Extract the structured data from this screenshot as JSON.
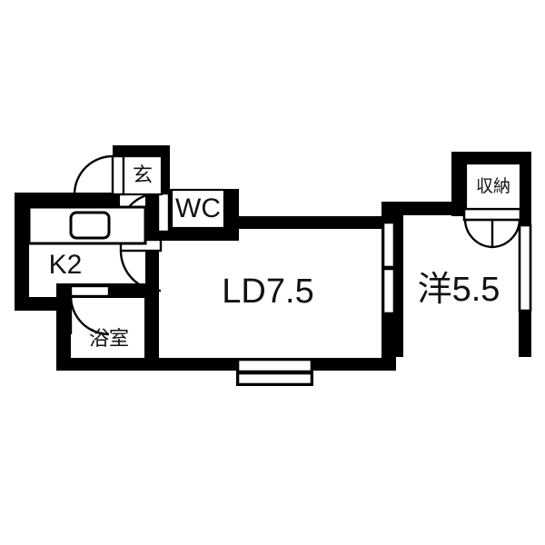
{
  "plan": {
    "title": "Apartment floor plan",
    "background_color": "#ffffff",
    "wall_color": "#000000",
    "floor_color": "#ffffff"
  },
  "rooms": [
    {
      "key": "ld",
      "label": "LD7.5",
      "name": "living-dining-room",
      "size_jo": "7.5"
    },
    {
      "key": "western",
      "label": "洋5.5",
      "name": "western-style-room",
      "size_jo": "5.5"
    },
    {
      "key": "kitchen",
      "label": "K2",
      "name": "kitchen",
      "size_jo": "2"
    },
    {
      "key": "bath",
      "label": "浴室",
      "name": "bathroom"
    },
    {
      "key": "wc",
      "label": "WC",
      "name": "toilet"
    },
    {
      "key": "entrance",
      "label": "玄",
      "name": "entrance-genkan"
    },
    {
      "key": "closet",
      "label": "収納",
      "name": "closet-storage"
    }
  ],
  "fixtures": [
    {
      "key": "sink",
      "name": "kitchen-sink"
    },
    {
      "key": "counter",
      "name": "kitchen-counter"
    }
  ],
  "openings": [
    {
      "key": "balcony_window",
      "name": "balcony-window"
    },
    {
      "key": "east_window",
      "name": "east-window"
    },
    {
      "key": "sliding_partition",
      "name": "sliding-partition-door"
    },
    {
      "key": "closet_doors",
      "name": "closet-folding-doors"
    },
    {
      "key": "entrance_door",
      "name": "entrance-door"
    },
    {
      "key": "wc_door",
      "name": "toilet-door"
    },
    {
      "key": "bath_door",
      "name": "bathroom-door"
    },
    {
      "key": "kitchen_door",
      "name": "kitchen-door"
    }
  ]
}
